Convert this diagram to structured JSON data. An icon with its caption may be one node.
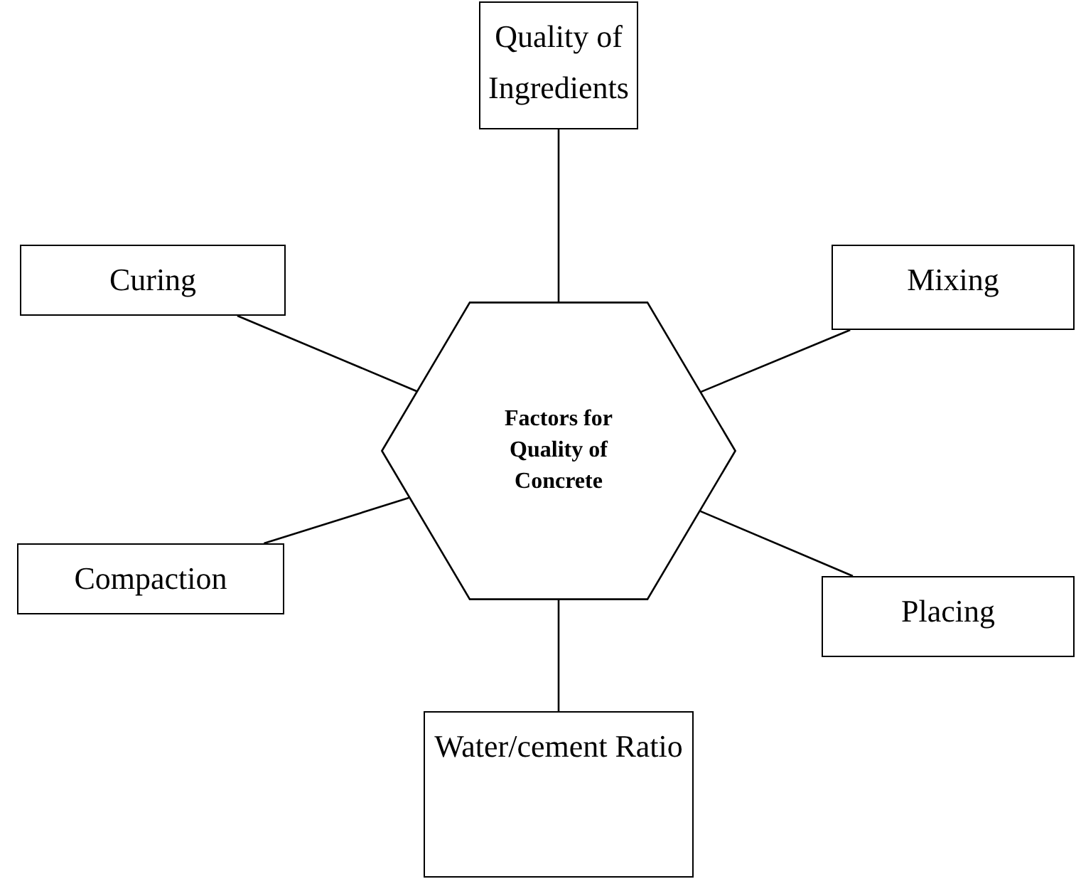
{
  "diagram": {
    "nodes": [
      {
        "text": [
          "Quality of Ingredients"
        ]
      },
      {
        "text": [
          "Curing"
        ]
      },
      {
        "text": [
          "Mixing"
        ]
      },
      {
        "text": [
          "Factors for Quality of Concrete"
        ]
      },
      {
        "text": [
          "Compaction"
        ]
      },
      {
        "text": [
          "Placing"
        ]
      },
      {
        "text": [
          "Water/cement Ratio"
        ]
      }
    ],
    "edges": [
      {
        "from": 3,
        "to": 0,
        "arrow": "none"
      },
      {
        "from": 3,
        "to": 1,
        "arrow": "none"
      },
      {
        "from": 3,
        "to": 2,
        "arrow": "none"
      },
      {
        "from": 3,
        "to": 4,
        "arrow": "none"
      },
      {
        "from": 3,
        "to": 5,
        "arrow": "none"
      },
      {
        "from": 3,
        "to": 6,
        "arrow": "none"
      }
    ]
  }
}
